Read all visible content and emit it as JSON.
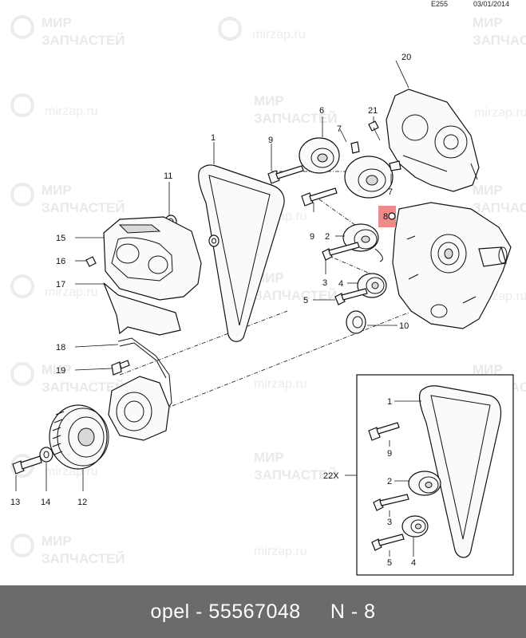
{
  "header": {
    "code": "E255",
    "date": "03/01/2014"
  },
  "watermark": {
    "brand_line1": "МИР",
    "brand_line2": "ЗАПЧАСТЕЙ",
    "url": "mirzap.ru"
  },
  "callouts": {
    "c1": "1",
    "c2": "2",
    "c3": "3",
    "c4": "4",
    "c5": "5",
    "c6": "6",
    "c7a": "7",
    "c7b": "7",
    "c8": "8",
    "c9a": "9",
    "c9b": "9",
    "c10": "10",
    "c11": "11",
    "c12": "12",
    "c13": "13",
    "c14": "14",
    "c15": "15",
    "c16": "16",
    "c17": "17",
    "c18": "18",
    "c19": "19",
    "c20": "20",
    "c21": "21"
  },
  "kit": {
    "label": "22X",
    "c1": "1",
    "c9": "9",
    "c2": "2",
    "c3": "3",
    "c5": "5",
    "c4": "4"
  },
  "highlight_color": "#f08a8a",
  "footer": {
    "text": "opel - 55567048     N - 8"
  }
}
